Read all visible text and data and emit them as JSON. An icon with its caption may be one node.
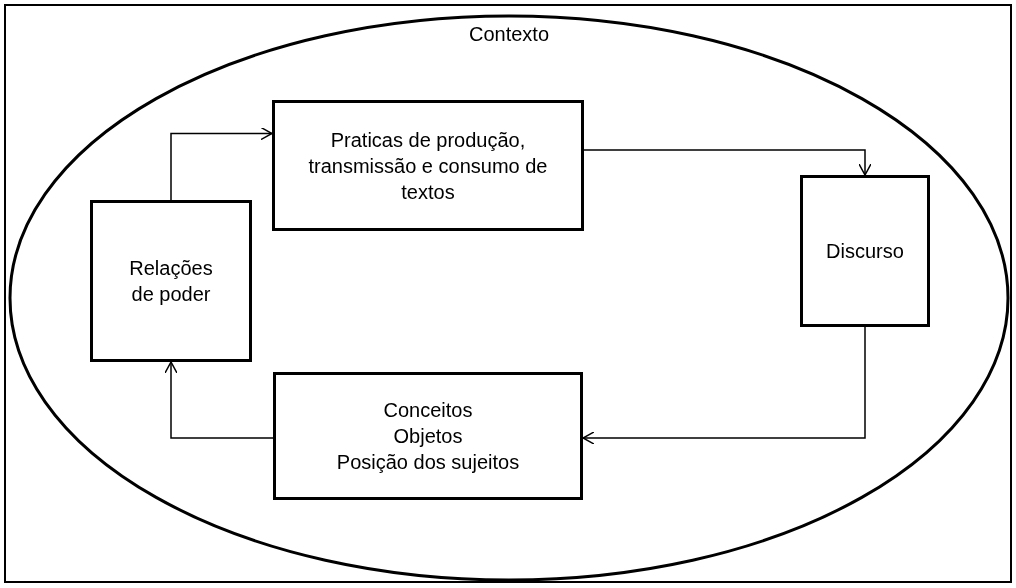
{
  "diagram": {
    "nodes": [
      {
        "text": [
          "Contexto"
        ]
      },
      {
        "text": [
          "Relações de poder"
        ],
        "in": 0
      },
      {
        "text": [
          "Praticas de produção, transmissão e consumo de textos"
        ],
        "in": 0
      },
      {
        "text": [
          "Discurso"
        ],
        "in": 0
      },
      {
        "text": [
          "Conceitos",
          "Objetos",
          "Posição dos sujeitos"
        ],
        "in": 0
      }
    ],
    "edges": [
      {
        "from": 1,
        "to": 2,
        "arrow": "to"
      },
      {
        "from": 2,
        "to": 3,
        "arrow": "to"
      },
      {
        "from": 3,
        "to": 4,
        "arrow": "to"
      },
      {
        "from": 4,
        "to": 1,
        "arrow": "to"
      }
    ]
  }
}
